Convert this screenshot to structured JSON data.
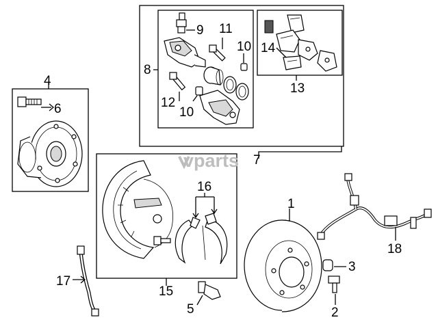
{
  "callouts": {
    "c1": "1",
    "c2": "2",
    "c3": "3",
    "c4": "4",
    "c5": "5",
    "c6": "6",
    "c7": "7",
    "c8": "8",
    "c9": "9",
    "c10a": "10",
    "c10b": "10",
    "c11": "11",
    "c12": "12",
    "c13": "13",
    "c14": "14",
    "c15": "15",
    "c16": "16",
    "c17": "17",
    "c18": "18"
  },
  "watermark": {
    "logo_text": "vparts"
  },
  "colors": {
    "line": "#000000",
    "background": "#ffffff",
    "watermark": "#bdbdbd",
    "shade": "#d8d8d8"
  }
}
